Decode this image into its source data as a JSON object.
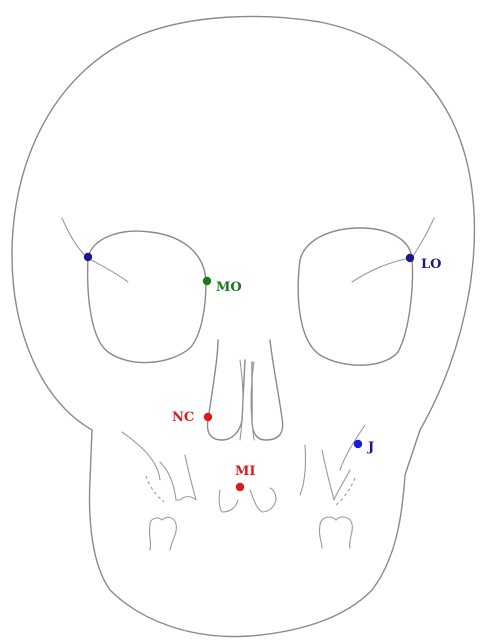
{
  "landmarks": [
    {
      "id": "orbit-left-lateral",
      "label": "",
      "color": "#1a1a8c"
    },
    {
      "id": "MO",
      "label": "MO",
      "color": "#1a7a1a"
    },
    {
      "id": "LO",
      "label": "LO",
      "color": "#1a1a8c"
    },
    {
      "id": "NC",
      "label": "NC",
      "color": "#e01a1a"
    },
    {
      "id": "MI",
      "label": "MI",
      "color": "#e01a1a"
    },
    {
      "id": "J",
      "label": "J",
      "color": "#1a1ae0"
    }
  ]
}
